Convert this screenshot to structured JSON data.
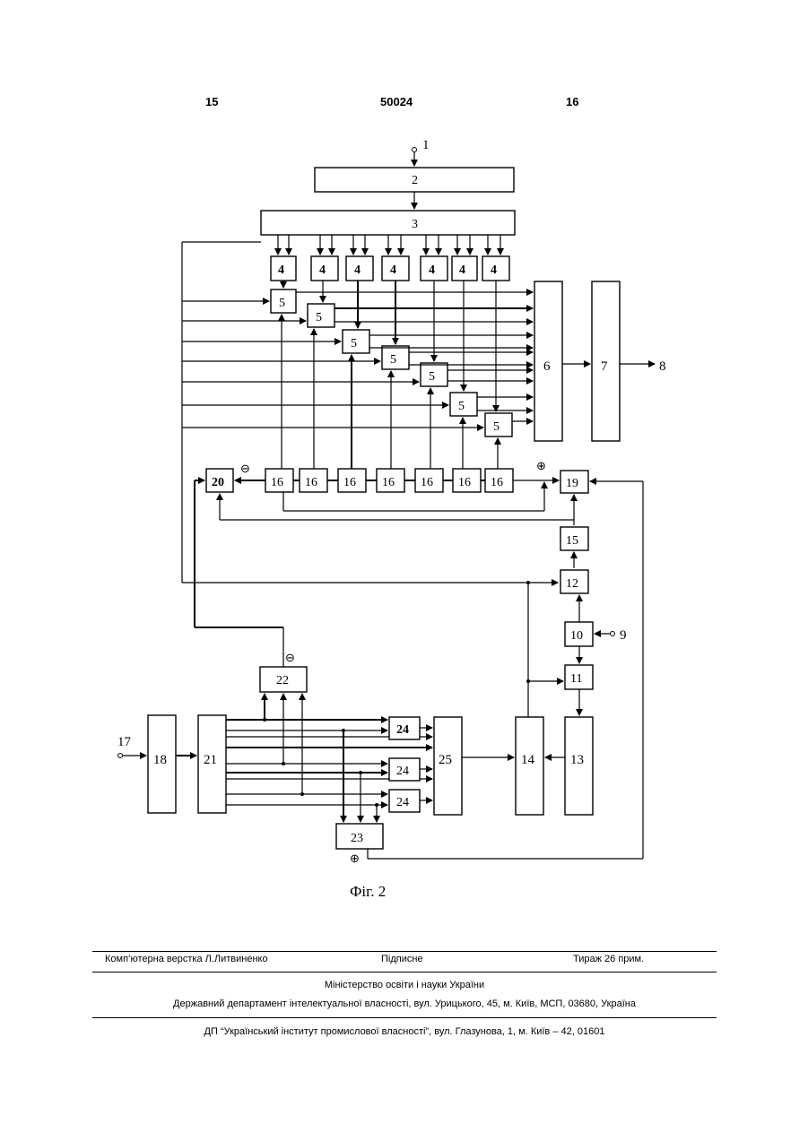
{
  "header": {
    "page_left": "15",
    "patent_number": "50024",
    "page_right": "16"
  },
  "figure": {
    "caption": "Фіг. 2",
    "blocks": {
      "b2": "2",
      "b3": "3",
      "b4": "4",
      "b5": "5",
      "b6": "6",
      "b7": "7",
      "b10": "10",
      "b11": "11",
      "b12": "12",
      "b13": "13",
      "b14": "14",
      "b15": "15",
      "b16": "16",
      "b18": "18",
      "b19": "19",
      "b20": "20",
      "b21": "21",
      "b22": "22",
      "b23": "23",
      "b24": "24",
      "b25": "25"
    },
    "terminals": {
      "t1": "1",
      "t8": "8",
      "t9": "9",
      "t17": "17"
    },
    "signs": {
      "minus": "⊖",
      "plus": "⊕"
    }
  },
  "footer": {
    "layout_credit": "Комп’ютерна верстка Л.Литвиненко",
    "signed": "Підписне",
    "circulation": "Тираж 26 прим.",
    "ministry": "Міністерство освіти і науки України",
    "department": "Державний департамент інтелектуальної власності, вул. Урицького, 45, м. Київ, МСП, 03680, Україна",
    "institute": "ДП “Український інститут промислової власності”, вул. Глазунова, 1, м. Київ – 42, 01601"
  }
}
